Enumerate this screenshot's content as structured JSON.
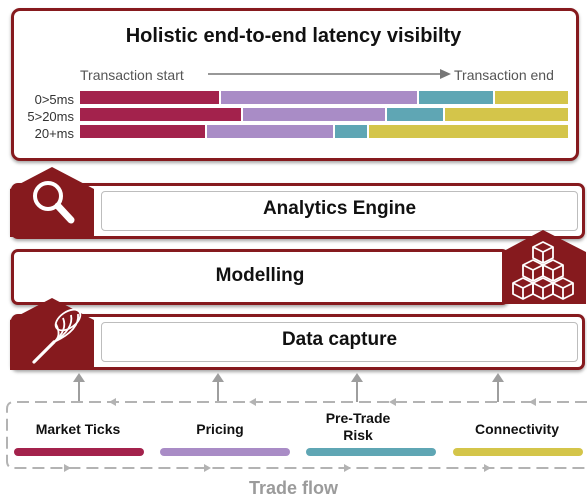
{
  "title": "Holistic end-to-end latency visibilty",
  "timeline": {
    "start_label": "Transaction start",
    "end_label": "Transaction end"
  },
  "latency_rows": [
    {
      "label": "0>5ms",
      "segments": [
        0.3,
        0.42,
        0.16,
        0.16
      ]
    },
    {
      "label": "5>20ms",
      "segments": [
        0.34,
        0.3,
        0.12,
        0.26
      ]
    },
    {
      "label": "20+ms",
      "segments": [
        0.26,
        0.26,
        0.07,
        0.41
      ]
    }
  ],
  "layers": [
    {
      "label": "Analytics Engine",
      "icon": "magnifier-icon"
    },
    {
      "label": "Modelling",
      "icon": "cubes-icon"
    },
    {
      "label": "Data capture",
      "icon": "net-icon"
    }
  ],
  "trade_flow": {
    "title": "Trade flow",
    "stages": [
      {
        "label": "Market Ticks",
        "color": "#a3224c"
      },
      {
        "label": "Pricing",
        "color": "#a98cc6"
      },
      {
        "label": "Pre-Trade\nRisk",
        "color": "#5fa6b4"
      },
      {
        "label": "Connectivity",
        "color": "#d4c54a"
      }
    ]
  },
  "colors": {
    "frame": "#861a1e",
    "segment_colors": [
      "#a3224c",
      "#a98cc6",
      "#5fa6b4",
      "#d4c54a"
    ]
  }
}
